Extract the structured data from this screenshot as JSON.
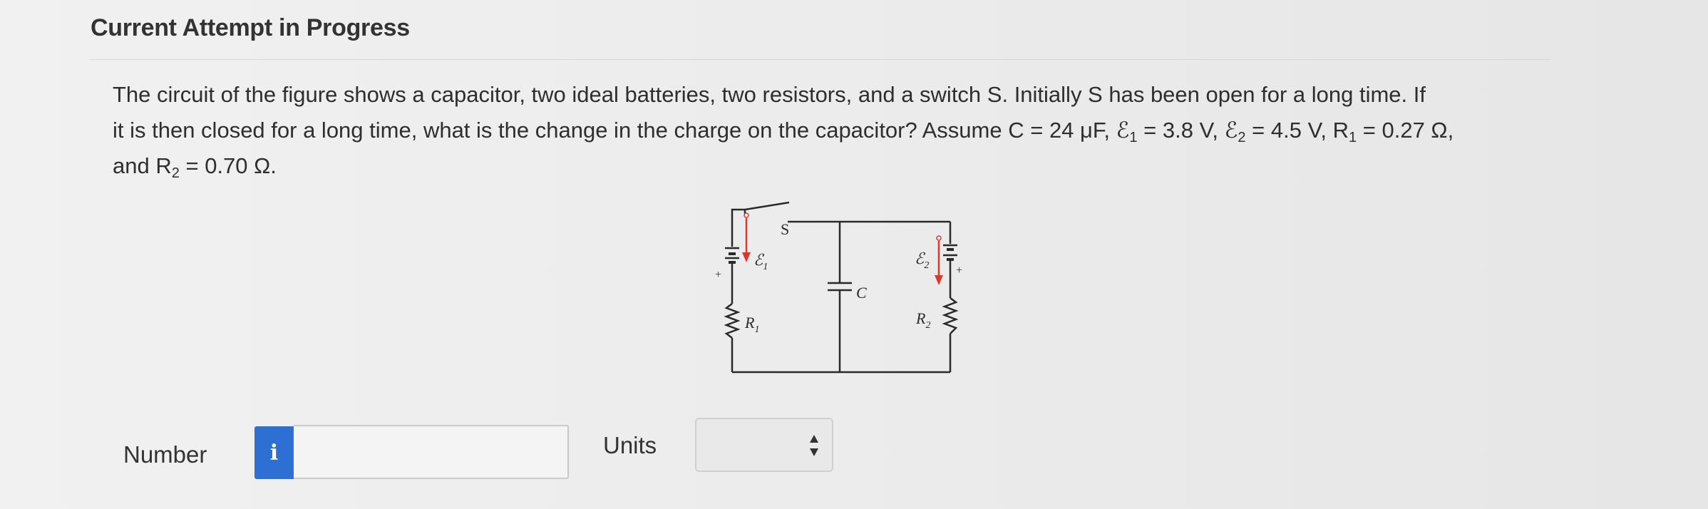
{
  "header": {
    "title": "Current Attempt in Progress"
  },
  "question": {
    "line1": "The circuit of the figure shows a capacitor, two ideal batteries, two resistors, and a switch S. Initially S has been open for a long time. If",
    "line2_pre": "it is then closed for a long time, what is the change in the charge on the capacitor? Assume C = 24 μF, ℰ",
    "e1_sub": "1",
    "line2_mid1": " = 3.8 V, ℰ",
    "e2_sub": "2",
    "line2_mid2": " = 4.5 V, R",
    "r1_sub": "1",
    "line2_end": " = 0.27 Ω,",
    "line3_pre": "and R",
    "r2_sub": "2",
    "line3_end": " = 0.70 Ω."
  },
  "figure": {
    "switch_label": "S",
    "emf1_label": "ℰ",
    "emf1_sub": "1",
    "emf2_label": "ℰ",
    "emf2_sub": "2",
    "cap_label": "C",
    "r1_label": "R",
    "r1_sub": "1",
    "r2_label": "R",
    "r2_sub": "2",
    "plus": "+",
    "colors": {
      "wire": "#2a2a2a",
      "arrow": "#d63a2f"
    }
  },
  "answer": {
    "number_label": "Number",
    "info_icon": "i",
    "number_value": "",
    "units_label": "Units",
    "units_selected": ""
  }
}
